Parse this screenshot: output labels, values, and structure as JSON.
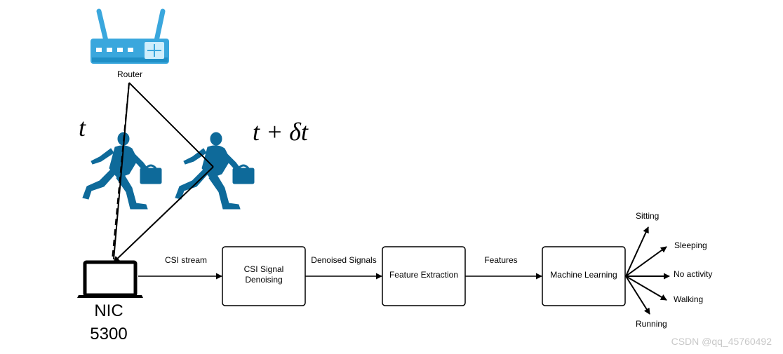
{
  "colors": {
    "router": "#3aa7dd",
    "person": "#0e6a9a",
    "stroke": "#000000",
    "watermark": "#c8c8c8"
  },
  "router": {
    "label": "Router",
    "icon": "router-icon"
  },
  "times": {
    "t0": "t",
    "t1": "t + δt"
  },
  "device": {
    "line1": "NIC",
    "line2": "5300",
    "icon": "laptop-icon"
  },
  "pipeline": {
    "edge_csi": "CSI stream",
    "box_denoise_line1": "CSI Signal",
    "box_denoise_line2": "Denoising",
    "edge_denoised": "Denoised Signals",
    "box_features": "Feature Extraction",
    "edge_features": "Features",
    "box_ml": "Machine Learning"
  },
  "outputs": [
    "Sitting",
    "Sleeping",
    "No activity",
    "Walking",
    "Running"
  ],
  "watermark": "CSDN @qq_45760492"
}
